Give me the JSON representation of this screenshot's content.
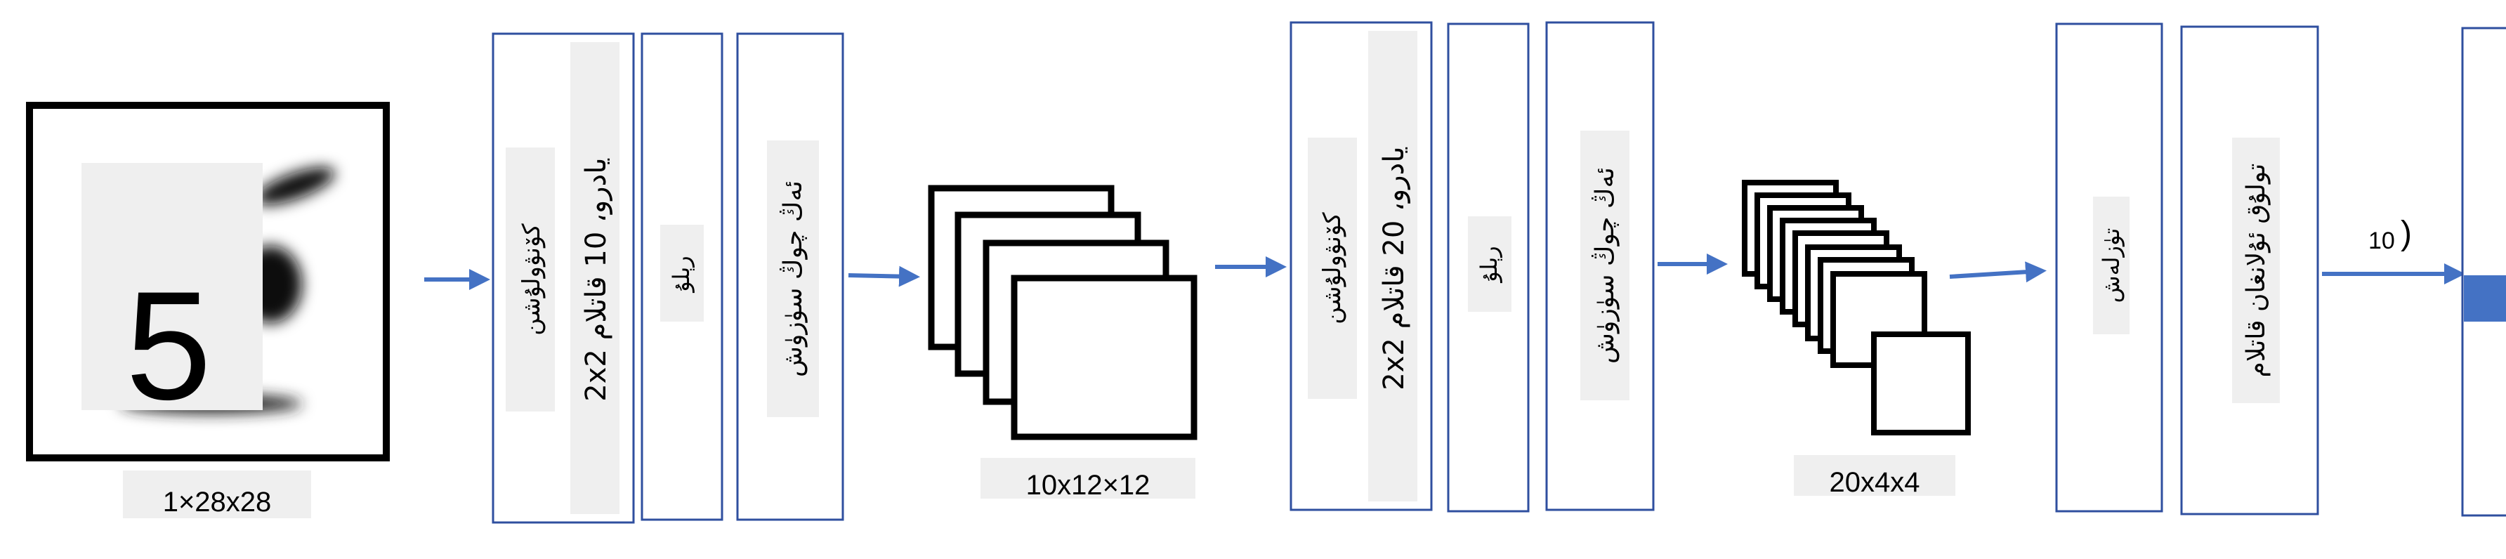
{
  "colors": {
    "border_blue": "#2f4f9f",
    "arrow_blue": "#4472c4",
    "label_bg": "#efefef",
    "fill_blue": "#4472c4"
  },
  "input": {
    "digit": "5",
    "dims": "1×28x28"
  },
  "block1": {
    "conv": "کۆنۋولۇشن",
    "conv_params": "2x2 يادرو، 10 قاتلام",
    "relu": "رېلۇ",
    "pool": "ئەڭ چوڭ سۈزۈش"
  },
  "fmap1": {
    "dims": "10x12×12"
  },
  "block2": {
    "conv": "کۆنۋولۇشن",
    "conv_params": "2x2 يادرو، 20 قاتلام",
    "relu": "رېلۇ",
    "pool": "ئەڭ چوڭ سۈزۈش"
  },
  "fmap2": {
    "dims": "20x4x4"
  },
  "flatten": {
    "label": "تۈزلەش"
  },
  "fc": {
    "label": "تولۇق ئۇلانغان قاتلام"
  },
  "output": {
    "count_label": "10",
    "paren": ")"
  }
}
